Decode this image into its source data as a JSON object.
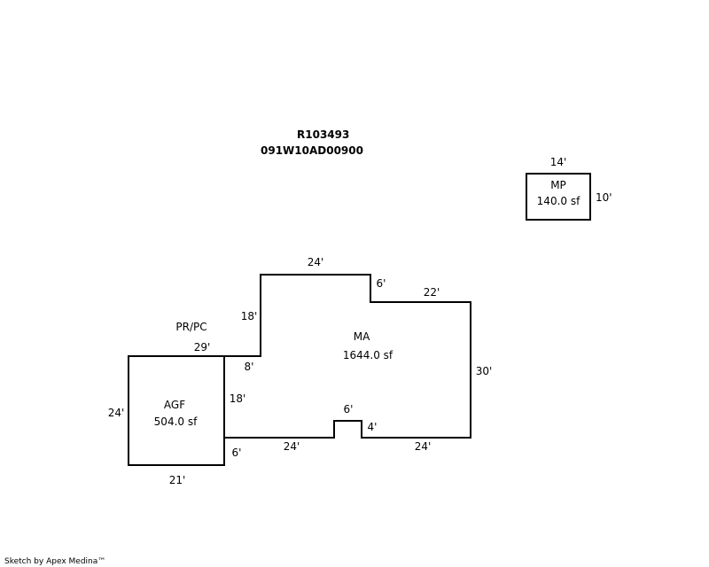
{
  "header": {
    "parcel_id": "R103493",
    "map_number": "091W10AD00900"
  },
  "areas": {
    "mp": {
      "code": "MP",
      "area": "140.0 sf"
    },
    "ma": {
      "code": "MA",
      "area": "1644.0 sf"
    },
    "agf": {
      "code": "AGF",
      "area": "504.0 sf"
    },
    "pr_pc": {
      "code": "PR/PC"
    }
  },
  "dimensions": {
    "mp_width": "14'",
    "mp_height": "10'",
    "ma_top": "24'",
    "ma_step_down": "6'",
    "ma_right_top": "22'",
    "ma_left_upper": "18'",
    "ma_right": "30'",
    "ma_bottom_right": "24'",
    "ma_bottom_left": "24'",
    "ma_notch_top": "6'",
    "ma_notch_side": "4'",
    "ma_left_step": "8'",
    "ma_left_lower": "18'",
    "ma_bottom_step": "6'",
    "agf_top": "29'",
    "agf_left": "24'",
    "agf_bottom": "21'"
  },
  "footer": {
    "credit": "Sketch by Apex Medina™"
  }
}
